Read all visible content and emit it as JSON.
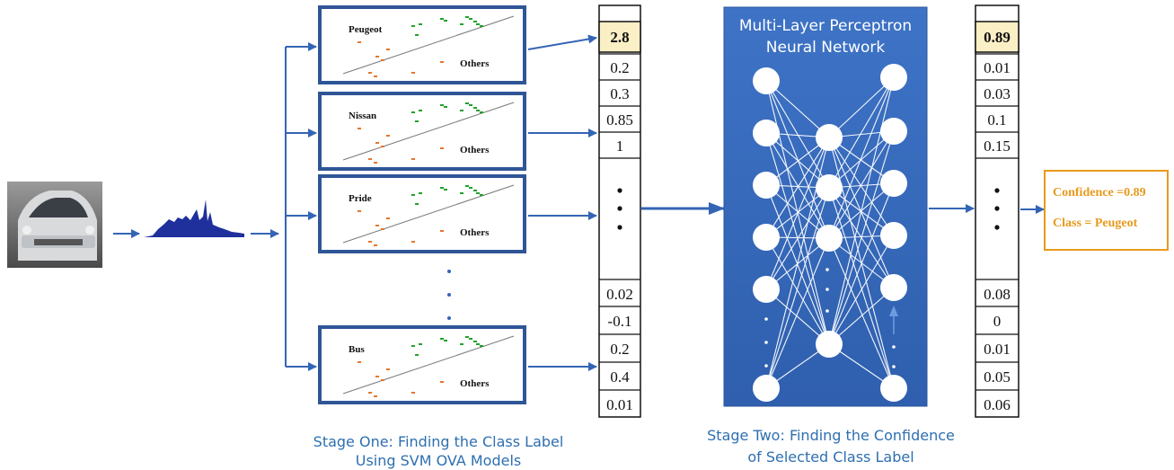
{
  "stage_one_caption": [
    "Stage One: Finding the Class Label",
    "Using SVM OVA Models"
  ],
  "stage_two_caption": [
    "Stage Two: Finding the Confidence",
    "of Selected Class Label"
  ],
  "mlp_title": [
    "Multi-Layer Perceptron",
    "Neural Network"
  ],
  "svm_models": [
    {
      "label": "Peugeot",
      "others": "Others"
    },
    {
      "label": "Nissan",
      "others": "Others"
    },
    {
      "label": "Pride",
      "others": "Others"
    },
    {
      "label": "Bus",
      "others": "Others"
    }
  ],
  "svm_scores_top": [
    "2.8",
    "0.2",
    "0.3",
    "0.85",
    "1"
  ],
  "svm_scores_bottom": [
    "0.02",
    "-0.1",
    "0.2",
    "0.4",
    "0.01"
  ],
  "mlp_outputs_top": [
    "0.89",
    "0.01",
    "0.03",
    "0.1",
    "0.15"
  ],
  "mlp_outputs_bottom": [
    "0.08",
    "0",
    "0.01",
    "0.05",
    "0.06"
  ],
  "result": {
    "confidence": "Confidence =0.89",
    "class": "Class = Peugeot"
  },
  "colors": {
    "accent_blue": "#3465b5",
    "highlight_cell": "#fbefc6",
    "result_orange": "#e79a1c",
    "mlp_bg": "#3b6fc2"
  }
}
